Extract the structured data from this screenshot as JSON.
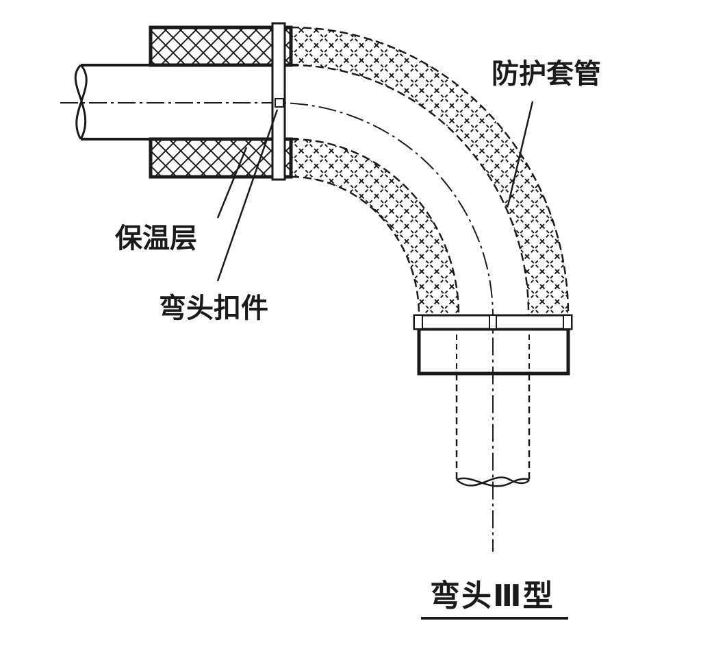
{
  "labels": {
    "sleeve": "防护套管",
    "insulation": "保温层",
    "clamp": "弯头扣件",
    "caption": "弯头Ⅲ型"
  },
  "colors": {
    "ink": "#1a1a1a",
    "background": "#ffffff"
  }
}
